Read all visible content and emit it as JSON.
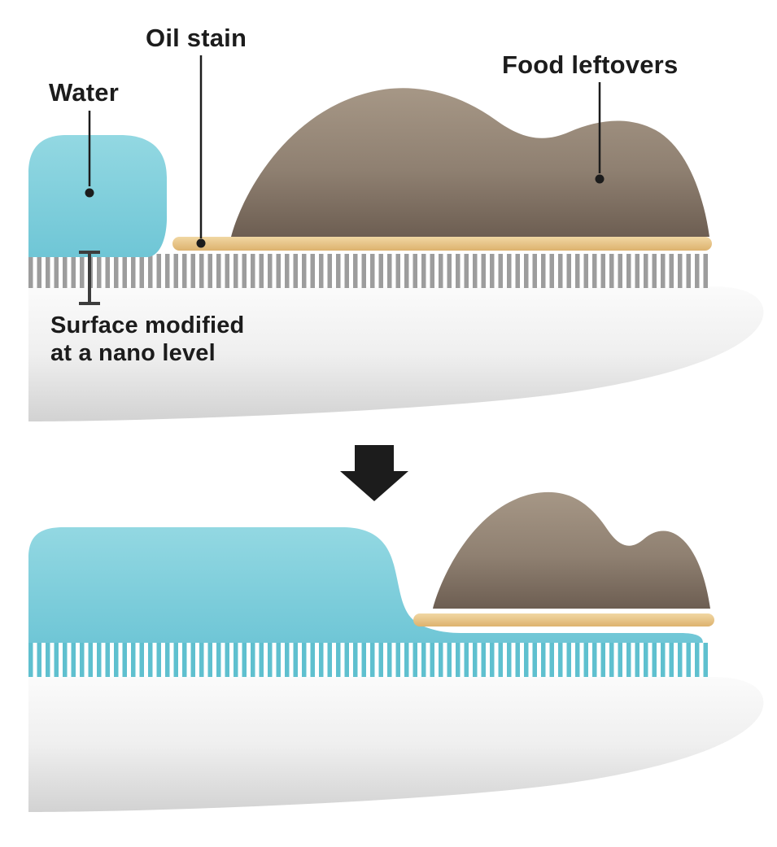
{
  "labels": {
    "water": "Water",
    "oil_stain": "Oil stain",
    "food_leftovers": "Food leftovers",
    "surface_note_line1": "Surface modified",
    "surface_note_line2": "at a nano level"
  },
  "icons": {
    "transition_arrow": "down-arrow"
  },
  "colors": {
    "background": "#ffffff",
    "text": "#1c1c1c",
    "arrow": "#1c1c1c",
    "marker": "#3d3d3d",
    "water_top": "#93d8e2",
    "water_bottom": "#6fc6d6",
    "oil_top": "#f1d7a3",
    "oil_bottom": "#ddb26e",
    "food_top": "#a69786",
    "food_mid": "#8f8071",
    "food_bottom": "#6d5e52",
    "bristles_dry": "#9d9d9d",
    "bristles_wet": "#5fc0cf",
    "surface_top": "#fbfbfb",
    "surface_mid": "#efefef",
    "surface_bottom": "#d2d2d2"
  }
}
